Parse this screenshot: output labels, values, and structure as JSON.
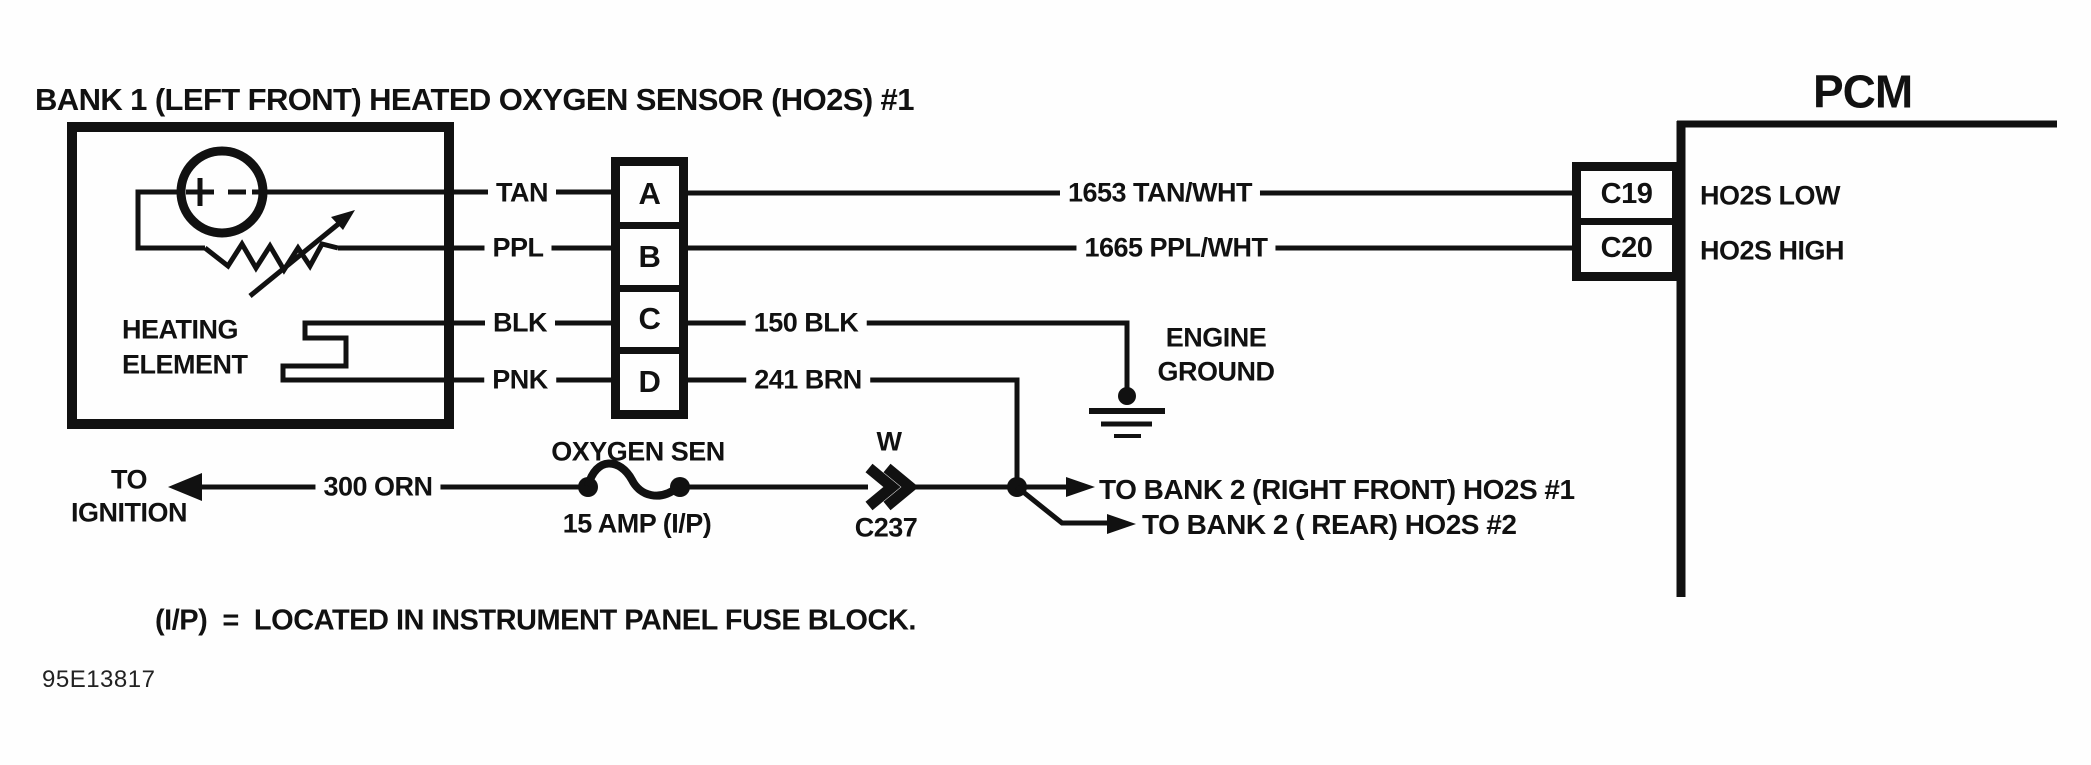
{
  "title": "BANK 1 (LEFT FRONT) HEATED OXYGEN SENSOR (HO2S) #1",
  "pcm": {
    "label": "PCM",
    "pins": [
      {
        "id": "C19",
        "signal": "HO2S LOW"
      },
      {
        "id": "C20",
        "signal": "HO2S HIGH"
      }
    ]
  },
  "sensor": {
    "heating_element": {
      "line1": "HEATING",
      "line2": "ELEMENT"
    }
  },
  "connector": {
    "pins": [
      "A",
      "B",
      "C",
      "D"
    ],
    "pin_wire_colors": [
      "TAN",
      "PPL",
      "BLK",
      "PNK"
    ]
  },
  "wires": {
    "ho2s_low": "1653 TAN/WHT",
    "ho2s_high": "1665 PPL/WHT",
    "ground_wire": "150 BLK",
    "heater_feed": "241 BRN",
    "ignition_feed": "300 ORN"
  },
  "ground": {
    "line1": "ENGINE",
    "line2": "GROUND"
  },
  "fuse": {
    "name": "OXYGEN SEN",
    "rating": "15 AMP (I/P)"
  },
  "inline_connector": {
    "cavity": "W",
    "id": "C237"
  },
  "ignition": {
    "line1": "TO",
    "line2": "IGNITION"
  },
  "branches": [
    "TO BANK 2 (RIGHT FRONT) HO2S #1",
    "TO BANK 2 ( REAR) HO2S #2"
  ],
  "note": "(I/P)  =  LOCATED IN INSTRUMENT PANEL FUSE BLOCK.",
  "figure_id": "95E13817",
  "colors": {
    "ink": "#111111",
    "background": "#fefefe"
  }
}
